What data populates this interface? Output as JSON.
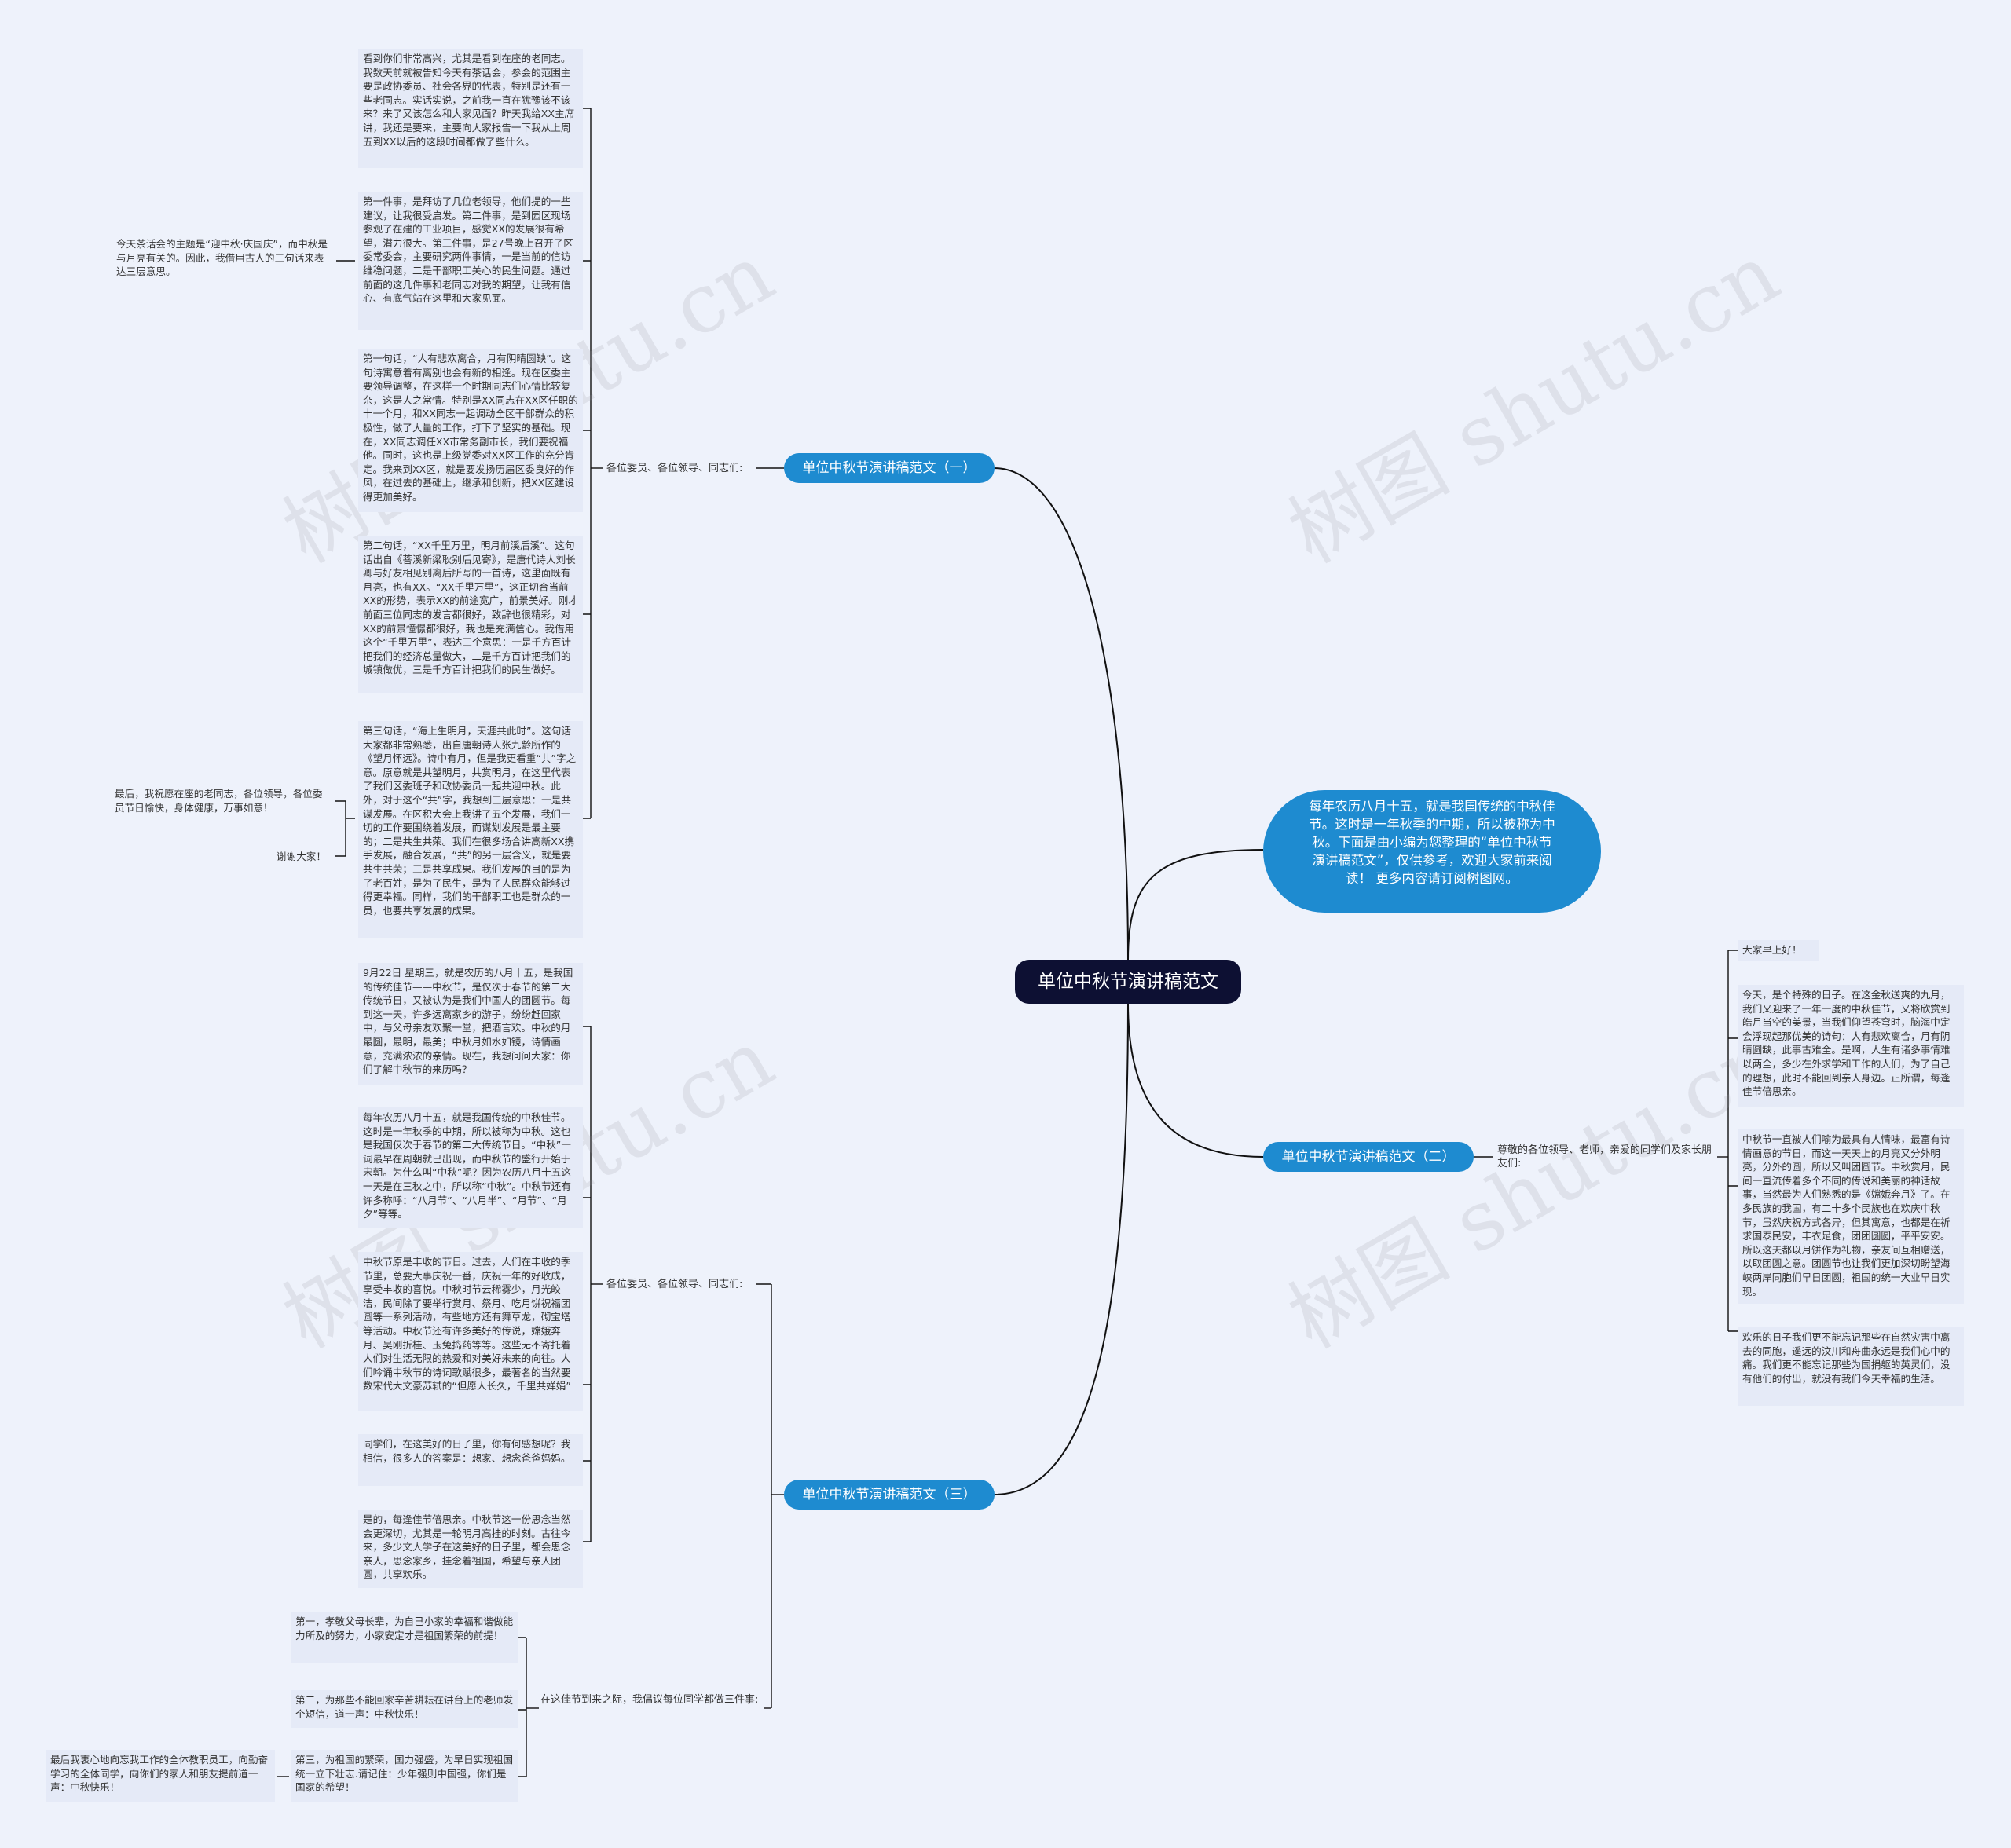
{
  "root": {
    "title": "单位中秋节演讲稿范文"
  },
  "intro": {
    "text": "每年农历八月十五，就是我国传统的中秋佳节。这时是一年秋季的中期，所以被称为中秋。下面是由小编为您整理的“单位中秋节演讲稿范文”，仅供参考，欢迎大家前来阅读！ 更多内容请订阅树图网。"
  },
  "branch1": {
    "label": "单位中秋节演讲稿范文（一）",
    "sub": "各位委员、各位领导、同志们:",
    "items": [
      "看到你们非常高兴，尤其是看到在座的老同志。我数天前就被告知今天有茶话会，参会的范围主要是政协委员、社会各界的代表，特别是还有一些老同志。实话实说，之前我一直在犹豫该不该来？来了又该怎么和大家见面？昨天我给XX主席讲，我还是要来，主要向大家报告一下我从上周五到XX以后的这段时间都做了些什么。",
      "第一件事，是拜访了几位老领导，他们提的一些建议，让我很受启发。第二件事，是到园区现场参观了在建的工业项目，感觉XX的发展很有希望，潜力很大。第三件事，是27号晚上召开了区委常委会，主要研究两件事情，一是当前的信访维稳问题，二是干部职工关心的民生问题。通过前面的这几件事和老同志对我的期望，让我有信心、有底气站在这里和大家见面。",
      "第一句话，“人有悲欢离合，月有阴晴圆缺”。这句诗寓意着有离别也会有新的相逢。现在区委主要领导调整，在这样一个时期同志们心情比较复杂，这是人之常情。特别是XX同志在XX区任职的十一个月，和XX同志一起调动全区干部群众的积极性，做了大量的工作，打下了坚实的基础。现在，XX同志调任XX市常务副市长，我们要祝福他。同时，这也是上级党委对XX区工作的充分肯定。我来到XX区，就是要发扬历届区委良好的作风，在过去的基础上，继承和创新，把XX区建设得更加美好。",
      "第二句话，“XX千里万里，明月前溪后溪”。这句话出自《菩溪新梁耿别后见寄》，是唐代诗人刘长卿与好友相见别离后所写的一首诗，这里面既有月亮，也有XX。“XX千里万里”，这正切合当前XX的形势，表示XX的前途宽广，前景美好。刚才前面三位同志的发言都很好，致辞也很精彩，对XX的前景憧憬都很好，我也是充满信心。我借用这个“千里万里”，表达三个意思：一是千方百计把我们的经济总量做大，二是千方百计把我们的城镇做优，三是千方百计把我们的民生做好。",
      "第三句话，“海上生明月，天涯共此时”。这句话大家都非常熟悉，出自唐朝诗人张九龄所作的《望月怀远》。诗中有月，但是我更看重“共”字之意。原意就是共望明月，共赏明月，在这里代表了我们区委班子和政协委员一起共迎中秋。此外，对于这个“共”字，我想到三层意思：一是共谋发展。在区积大会上我讲了五个发展，我们一切的工作要围绕着发展，而谋划发展是最主要的；二是共生共荣。我们在很多场合讲高新XX携手发展，融合发展，“共”的另一层含义，就是要共生共荣；三是共享成果。我们发展的目的是为了老百姓，是为了民生，是为了人民群众能够过得更幸福。同样，我们的干部职工也是群众的一员，也要共享发展的成果。"
    ],
    "side_left_top": "今天茶话会的主题是“迎中秋·庆国庆”，而中秋是与月亮有关的。因此，我借用古人的三句话来表达三层意思。",
    "side_left_bottom": "最后，我祝愿在座的老同志，各位领导，各位委员节日愉快，身体健康，万事如意！",
    "side_left_thanks": "谢谢大家！"
  },
  "branch2": {
    "label": "单位中秋节演讲稿范文（二）",
    "sub": "尊敬的各位领导、老师，亲爱的同学们及家长朋友们:",
    "items": [
      "大家早上好！",
      "今天，是个特殊的日子。在这金秋送爽的九月，我们又迎来了一年一度的中秋佳节，又将欣赏到皓月当空的美景，当我们仰望苍穹时，脑海中定会浮现起那优美的诗句：人有悲欢离合，月有阴晴圆缺，此事古难全。是啊，人生有诸多事情难以两全，多少在外求学和工作的人们，为了自己的理想，此时不能回到亲人身边。正所谓，每逢佳节倍思亲。",
      "中秋节一直被人们喻为最具有人情味，最富有诗情画意的节日，而这一天天上的月亮又分外明亮，分外的圆，所以又叫团圆节。中秋赏月，民间一直流传着多个不同的传说和美丽的神话故事，当然最为人们熟悉的是《嫦娥奔月》了。在多民族的我国，有二十多个民族也在欢庆中秋节，虽然庆祝方式各异，但其寓意，也都是在祈求国泰民安，丰衣足食，团团圆圆，平平安安。所以这天都以月饼作为礼物，亲友间互相赠送，以取团圆之意。团圆节也让我们更加深切盼望海峡两岸同胞们早日团圆，祖国的统一大业早日实现。",
      "欢乐的日子我们更不能忘记那些在自然灾害中离去的同胞，遥远的汶川和舟曲永远是我们心中的痛。我们更不能忘记那些为国捐躯的英灵们，没有他们的付出，就没有我们今天幸福的生活。"
    ]
  },
  "branch3": {
    "label": "单位中秋节演讲稿范文（三）",
    "sub": "各位委员、各位领导、同志们:",
    "items": [
      "9月22日 星期三，就是农历的八月十五，是我国的传统佳节——中秋节，是仅次于春节的第二大传统节日，又被认为是我们中国人的团圆节。每到这一天，许多远离家乡的游子，纷纷赶回家中，与父母亲友欢聚一堂，把酒言欢。中秋的月最圆，最明，最美；中秋月如水如镜，诗情画意，充满浓浓的亲情。现在，我想问问大家：你们了解中秋节的来历吗？",
      "每年农历八月十五，就是我国传统的中秋佳节。这时是一年秋季的中期，所以被称为中秋。这也是我国仅次于春节的第二大传统节日。“中秋”一词最早在周朝就已出现，而中秋节的盛行开始于宋朝。为什么叫“中秋”呢？因为农历八月十五这一天是在三秋之中，所以称“中秋”。中秋节还有许多称呼：“八月节”、“八月半”、“月节”、“月夕”等等。",
      "中秋节原是丰收的节日。过去，人们在丰收的季节里，总要大事庆祝一番，庆祝一年的好收成，享受丰收的喜悦。中秋时节云稀雾少，月光皎洁，民间除了要举行赏月、祭月、吃月饼祝福团圆等一系列活动，有些地方还有舞草龙，砌宝塔等活动。中秋节还有许多美好的传说，嫦娥奔月、吴刚折桂、玉兔捣药等等。这些无不寄托着人们对生活无限的热爱和对美好未来的向往。人们吟诵中秋节的诗词歌赋很多，最著名的当然要数宋代大文豪苏轼的“但愿人长久，千里共婵娟”",
      "同学们，在这美好的日子里，你有何感想呢？我相信，很多人的答案是：想家、想念爸爸妈妈。",
      "是的，每逢佳节倍思亲。中秋节这一份思念当然会更深切，尤其是一轮明月高挂的时刻。古往今来，多少文人学子在这美好的日子里，都会思念亲人，思念家乡，挂念着祖国，希望与亲人团圆，共享欢乐。"
    ],
    "sub2": "在这佳节到来之际，我倡议每位同学都做三件事:",
    "three": [
      "第一，孝敬父母长辈，为自己小家的幸福和谐做能力所及的努力，小家安定才是祖国繁荣的前提！",
      "第二，为那些不能回家辛苦耕耘在讲台上的老师发个短信，道一声：中秋快乐！",
      "第三，为祖国的繁荣，国力强盛，为早日实现祖国统一立下壮志.请记住：少年强则中国强，你们是国家的希望！"
    ],
    "side_left_bottom": "最后我衷心地向忘我工作的全体教职员工，向勤奋学习的全体同学，向你们的家人和朋友提前道一声：中秋快乐！"
  },
  "watermark": "树图 shutu.cn",
  "colors": {
    "background": "#eef2fb",
    "root": "#0d1033",
    "branch": "#1e8bd0",
    "leaf_bg": "#e5eaf7",
    "line": "#111111"
  }
}
